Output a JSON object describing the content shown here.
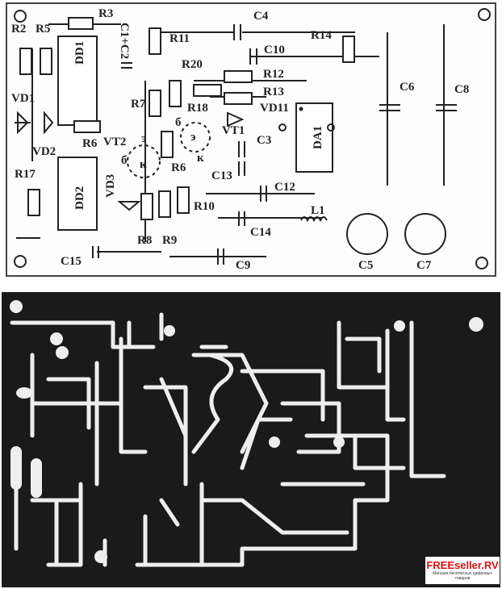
{
  "labels": {
    "r3": "R3",
    "r2": "R2",
    "r5": "R5",
    "dd1": "DD1",
    "c1c2": "C1+C2",
    "r11": "R11",
    "c4": "C4",
    "r14": "R14",
    "c10": "C10",
    "r20": "R20",
    "r12": "R12",
    "r13": "R13",
    "r18": "R18",
    "vd11": "VD11",
    "r7": "R7",
    "vd1": "VD1",
    "vd2": "VD2",
    "r6": "R6",
    "vt2": "VT2",
    "vt1": "VT1",
    "da1": "DA1",
    "c6": "C6",
    "c8": "C8",
    "c3": "C3",
    "c13": "C13",
    "r6b": "R6",
    "r17": "R17",
    "dd2": "DD2",
    "vd3": "VD3",
    "c12": "C12",
    "r10": "R10",
    "l1": "L1",
    "c14": "C14",
    "r8": "R8",
    "r9": "R9",
    "c5": "C5",
    "c7": "C7",
    "c15": "C15",
    "c9": "C9",
    "pin_b1": "б",
    "pin_b2": "б",
    "pin_e1": "э",
    "pin_e2": "э",
    "pin_k1": "к",
    "pin_k2": "к"
  },
  "watermark": {
    "title": "FREEseller.RV",
    "subtitle": "Магазин бесплатных цифровых товаров"
  }
}
